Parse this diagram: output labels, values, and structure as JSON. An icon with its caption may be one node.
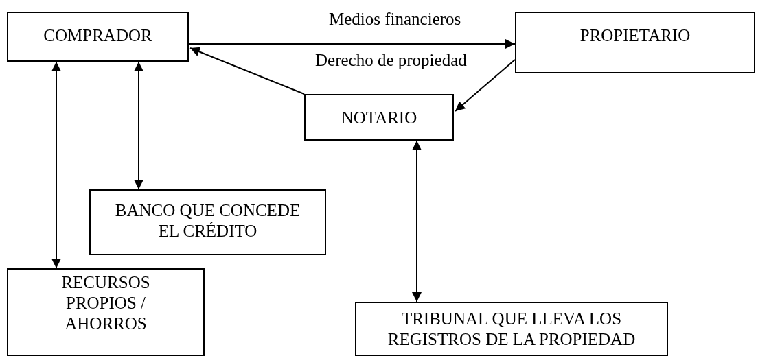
{
  "diagram": {
    "nodes": [
      {
        "text": [
          "COMPRADOR"
        ]
      },
      {
        "text": [
          "PROPIETARIO"
        ]
      },
      {
        "text": [
          "NOTARIO"
        ]
      },
      {
        "text": [
          "BANCO QUE CONCEDE EL CRÉDITO"
        ]
      },
      {
        "text": [
          "RECURSOS PROPIOS / AHORROS"
        ]
      },
      {
        "text": [
          "TRIBUNAL QUE LLEVA LOS REGISTROS DE LA PROPIEDAD"
        ]
      }
    ],
    "edges": [
      {
        "from": 0,
        "to": 1,
        "arrow": "to",
        "label": "Medios financieros"
      },
      {
        "from": 1,
        "to": 2,
        "arrow": "to"
      },
      {
        "from": 2,
        "to": 0,
        "arrow": "to"
      },
      {
        "from": 0,
        "to": 3,
        "arrow": "both"
      },
      {
        "from": 0,
        "to": 4,
        "arrow": "both"
      },
      {
        "from": 2,
        "to": 5,
        "arrow": "both"
      }
    ],
    "labels": [
      "Derecho de propiedad"
    ]
  }
}
